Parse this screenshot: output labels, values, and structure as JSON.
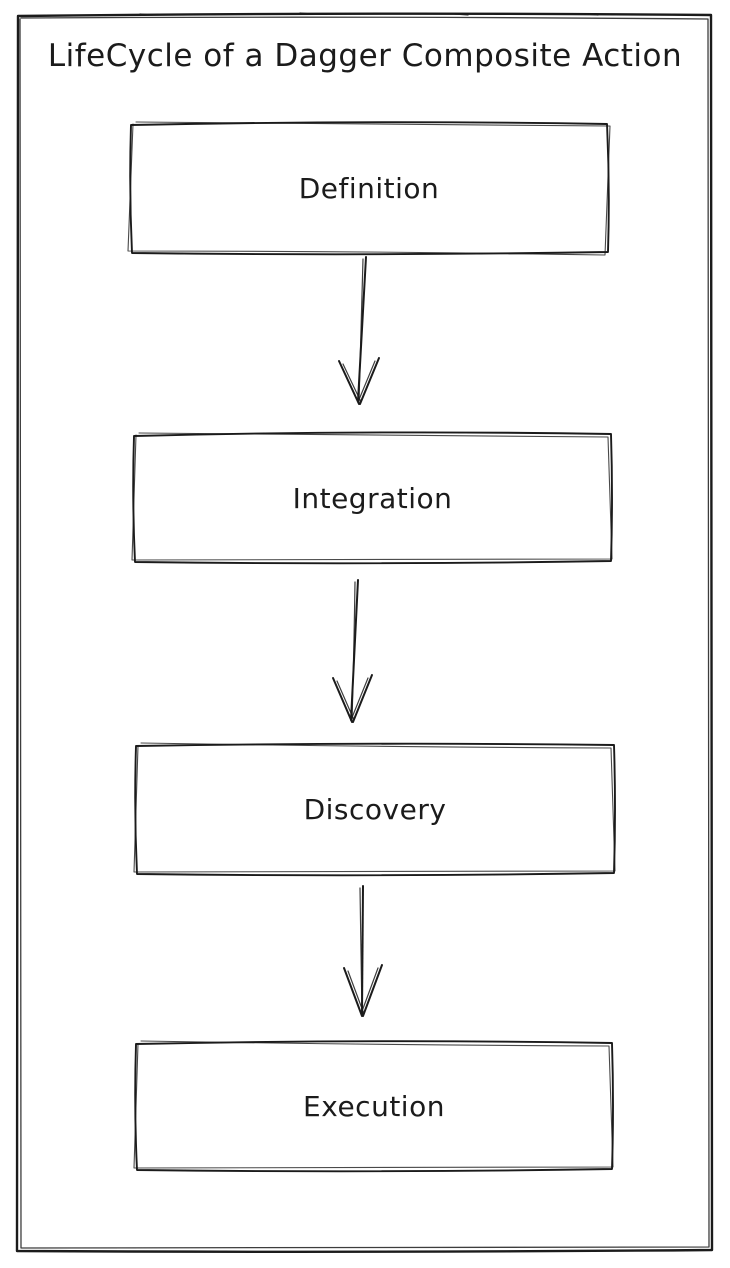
{
  "diagram": {
    "title": "LifeCycle of a Dagger Composite Action",
    "style": "hand-drawn-sketch",
    "colors": {
      "stroke": "#1b1b1b",
      "background": "#ffffff"
    },
    "nodes": [
      {
        "id": "definition",
        "label": "Definition"
      },
      {
        "id": "integration",
        "label": "Integration"
      },
      {
        "id": "discovery",
        "label": "Discovery"
      },
      {
        "id": "execution",
        "label": "Execution"
      }
    ],
    "edges": [
      {
        "from": "Definition",
        "to": "Integration",
        "type": "arrow-down"
      },
      {
        "from": "Integration",
        "to": "Discovery",
        "type": "arrow-down"
      },
      {
        "from": "Discovery",
        "to": "Execution",
        "type": "arrow-down"
      }
    ]
  }
}
